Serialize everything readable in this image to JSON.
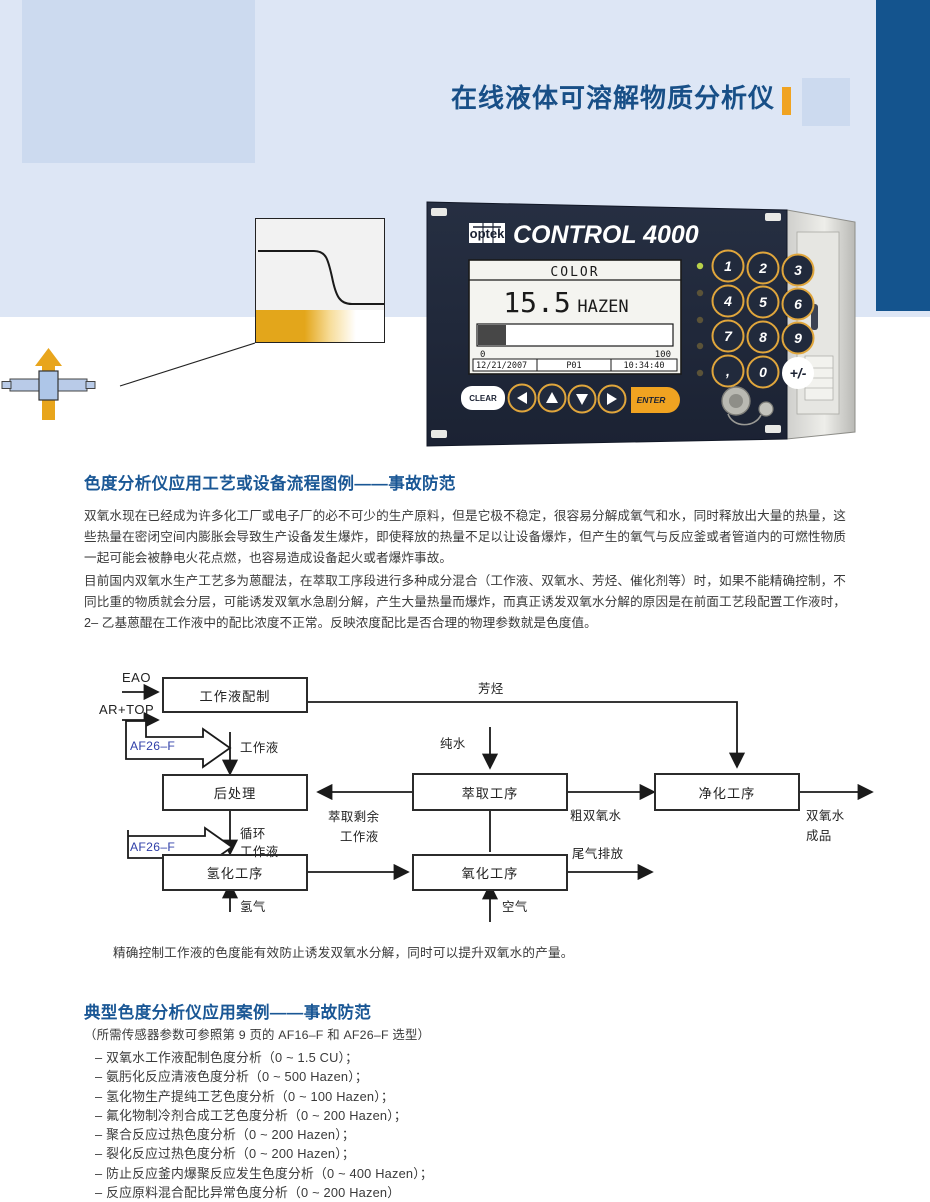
{
  "header": {
    "title": "在线液体可溶解物质分析仪",
    "accent_color": "#f0a321",
    "band_color": "#dde6f5",
    "right_bar_color": "#14548e",
    "title_color": "#184f87"
  },
  "device": {
    "brand": "optek",
    "model": "CONTROL 4000",
    "screen": {
      "title": "COLOR",
      "value": "15.5",
      "unit": "HAZEN",
      "bar_min": "0",
      "bar_max": "100",
      "date": "12/21/2007",
      "program": "P01",
      "time": "10:34:40"
    },
    "keypad": [
      "1",
      "2",
      "3",
      "4",
      "5",
      "6",
      "7",
      "8",
      "9",
      ",",
      "0",
      "+/-"
    ],
    "clear_label": "CLEAR",
    "enter_label": "ENTER"
  },
  "sections": [
    {
      "heading": "色度分析仪应用工艺或设备流程图例——事故防范",
      "paragraphs": [
        "双氧水现在已经成为许多化工厂或电子厂的必不可少的生产原料，但是它极不稳定，很容易分解成氧气和水，同时释放出大量的热量，这些热量在密闭空间内膨胀会导致生产设备发生爆炸，即使释放的热量不足以让设备爆炸，但产生的氧气与反应釜或者管道内的可燃性物质一起可能会被静电火花点燃，也容易造成设备起火或者爆炸事故。",
        "目前国内双氧水生产工艺多为蒽醌法，在萃取工序段进行多种成分混合（工作液、双氧水、芳烃、催化剂等）时，如果不能精确控制，不同比重的物质就会分层，可能诱发双氧水急剧分解，产生大量热量而爆炸，而真正诱发双氧水分解的原因是在前面工艺段配置工作液时，2– 乙基蒽醌在工作液中的配比浓度不正常。反映浓度配比是否合理的物理参数就是色度值。"
      ]
    }
  ],
  "diagram": {
    "boxes": [
      {
        "id": "prep",
        "label": "工作液配制"
      },
      {
        "id": "post",
        "label": "后处理"
      },
      {
        "id": "hydro",
        "label": "氢化工序"
      },
      {
        "id": "extract",
        "label": "萃取工序"
      },
      {
        "id": "oxidize",
        "label": "氧化工序"
      },
      {
        "id": "purify",
        "label": "净化工序"
      }
    ],
    "inputs": {
      "eao": "EAO",
      "artop": "AR+TOP"
    },
    "sensor_tags": [
      "AF26–F",
      "AF26–F"
    ],
    "stream_labels": {
      "working_fluid": "工作液",
      "cycle_working_fluid_l1": "循环",
      "cycle_working_fluid_l2": "工作液",
      "hydrogen": "氢气",
      "air": "空气",
      "aromatics": "芳烃",
      "pure_water": "纯水",
      "extract_residue_l1": "萃取剩余",
      "extract_residue_l2": "工作液",
      "crude_peroxide": "粗双氧水",
      "tail_gas": "尾气排放",
      "product_l1": "双氧水",
      "product_l2": "成品"
    },
    "caption": "精确控制工作液的色度能有效防止诱发双氧水分解，同时可以提升双氧水的产量。"
  },
  "cases": {
    "heading": "典型色度分析仪应用案例——事故防范",
    "note": "（所需传感器参数可参照第 9 页的 AF16–F 和 AF26–F 选型）",
    "items": [
      "– 双氧水工作液配制色度分析（0 ~ 1.5 CU）；",
      "– 氨肟化反应清液色度分析（0 ~ 500 Hazen）；",
      "– 氢化物生产提纯工艺色度分析（0 ~ 100 Hazen）；",
      "– 氟化物制冷剂合成工艺色度分析（0 ~ 200 Hazen）；",
      "– 聚合反应过热色度分析（0 ~ 200 Hazen）；",
      "– 裂化反应过热色度分析（0 ~ 200 Hazen）；",
      "– 防止反应釜内爆聚反应发生色度分析（0 ~ 400 Hazen）；",
      "– 反应原料混合配比异常色度分析（0 ~ 200 Hazen）"
    ]
  }
}
